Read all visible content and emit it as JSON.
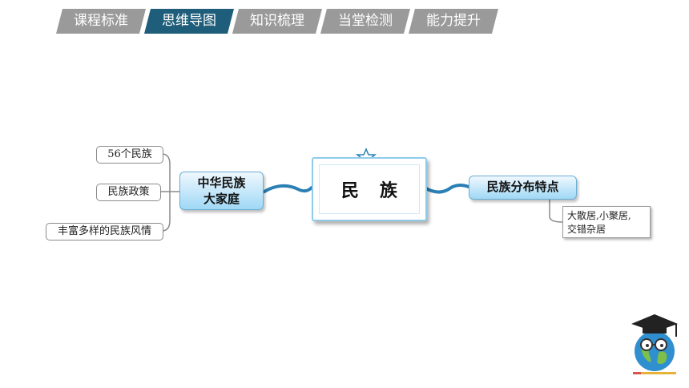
{
  "tabs": [
    {
      "label": "课程标准",
      "active": false
    },
    {
      "label": "思维导图",
      "active": true
    },
    {
      "label": "知识梳理",
      "active": false
    },
    {
      "label": "当堂检测",
      "active": false
    },
    {
      "label": "能力提升",
      "active": false
    }
  ],
  "mindmap": {
    "center": "民族",
    "left_hub": {
      "line1": "中华民族",
      "line2": "大家庭"
    },
    "left_leaves": [
      "56个民族",
      "民族政策",
      "丰富多样的民族风情"
    ],
    "right_hub": "民族分布特点",
    "right_note": {
      "line1": "大散居,小聚居,",
      "line2": "交错杂居"
    }
  },
  "colors": {
    "tab_active": "#1f5e7a",
    "tab_inactive": "#9a9a9a",
    "connector": "#2b7fb4",
    "hub_fill": "#9fd8f6"
  },
  "logo": {
    "icon": "graduation-globe-icon"
  }
}
